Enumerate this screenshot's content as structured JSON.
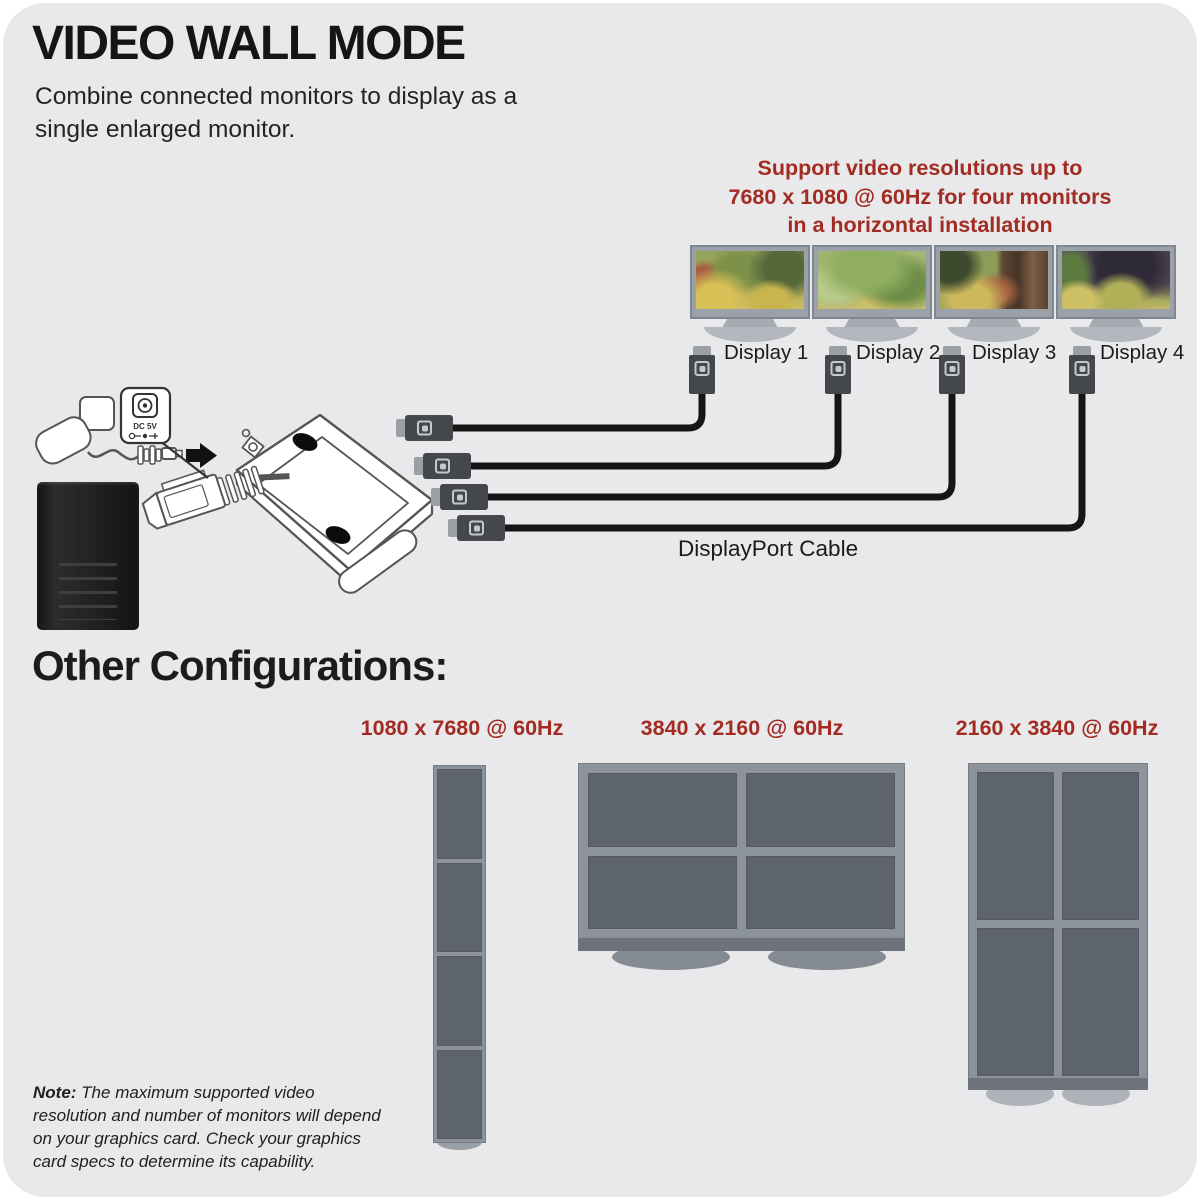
{
  "colors": {
    "accent_red": "#A22B22",
    "panel_background": "#E9E9EB",
    "cable_black": "#161616",
    "monitor_bezel_gray": "#8D939A",
    "monitor_screen_gray": "#5E646D"
  },
  "header": {
    "title": "VIDEO WALL MODE",
    "subtitle": "Combine connected monitors to display as a single enlarged monitor."
  },
  "support_banner": {
    "lines": [
      "Support video resolutions up to",
      "7680 x 1080 @ 60Hz for four monitors",
      "in a horizontal installation"
    ]
  },
  "video_wall": {
    "displays": [
      {
        "label": "Display 1"
      },
      {
        "label": "Display 2"
      },
      {
        "label": "Display 3"
      },
      {
        "label": "Display 4"
      }
    ],
    "cable_label": "DisplayPort Cable"
  },
  "power": {
    "callout_label": "DC 5V"
  },
  "other_configurations": {
    "heading": "Other Configurations:",
    "configs": [
      {
        "label": "1080 x 7680 @ 60Hz",
        "arrangement": "1x4 portrait stack",
        "monitors": 4
      },
      {
        "label": "3840 x 2160 @ 60Hz",
        "arrangement": "2x2 landscape grid",
        "monitors": 4
      },
      {
        "label": "2160 x 3840 @ 60Hz",
        "arrangement": "2x2 portrait grid",
        "monitors": 4
      }
    ]
  },
  "footnote": {
    "prefix": "Note:",
    "text": " The maximum supported video resolution and number of monitors will depend on your graphics card. Check your graphics card specs to determine its capability."
  }
}
